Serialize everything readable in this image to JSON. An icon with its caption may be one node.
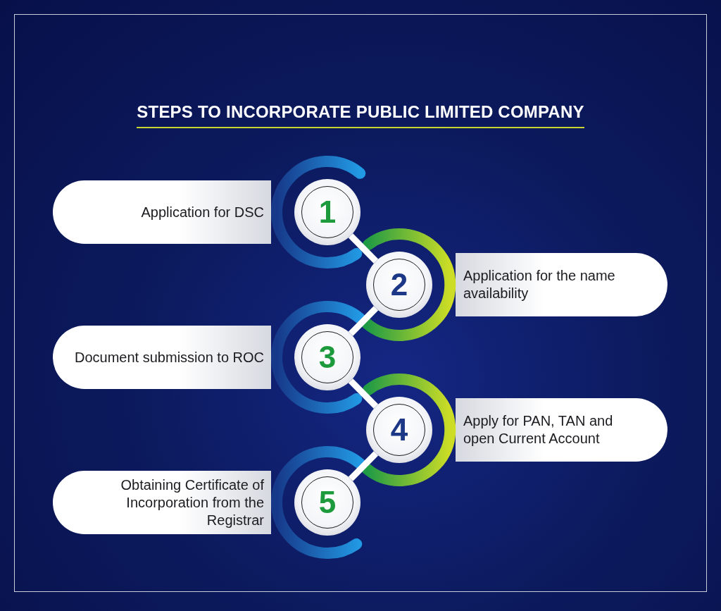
{
  "diagram": {
    "title": "STEPS TO INCORPORATE PUBLIC LIMITED COMPANY",
    "nodes": [
      {
        "text": [
          "Application for DSC"
        ]
      },
      {
        "text": [
          "1"
        ]
      },
      {
        "text": [
          "2"
        ]
      },
      {
        "text": [
          "Application for the name availability"
        ]
      },
      {
        "text": [
          "Document submission to ROC"
        ]
      },
      {
        "text": [
          "3"
        ]
      },
      {
        "text": [
          "4"
        ]
      },
      {
        "text": [
          "Apply for PAN, TAN and open Current Account"
        ]
      },
      {
        "text": [
          "Obtaining Certificate of Incorporation from the Registrar"
        ]
      },
      {
        "text": [
          "5"
        ]
      }
    ],
    "edges": [
      {
        "from": 1,
        "to": 2,
        "arrow": "none"
      },
      {
        "from": 2,
        "to": 5,
        "arrow": "none"
      },
      {
        "from": 5,
        "to": 6,
        "arrow": "none"
      },
      {
        "from": 6,
        "to": 9,
        "arrow": "none"
      }
    ]
  }
}
